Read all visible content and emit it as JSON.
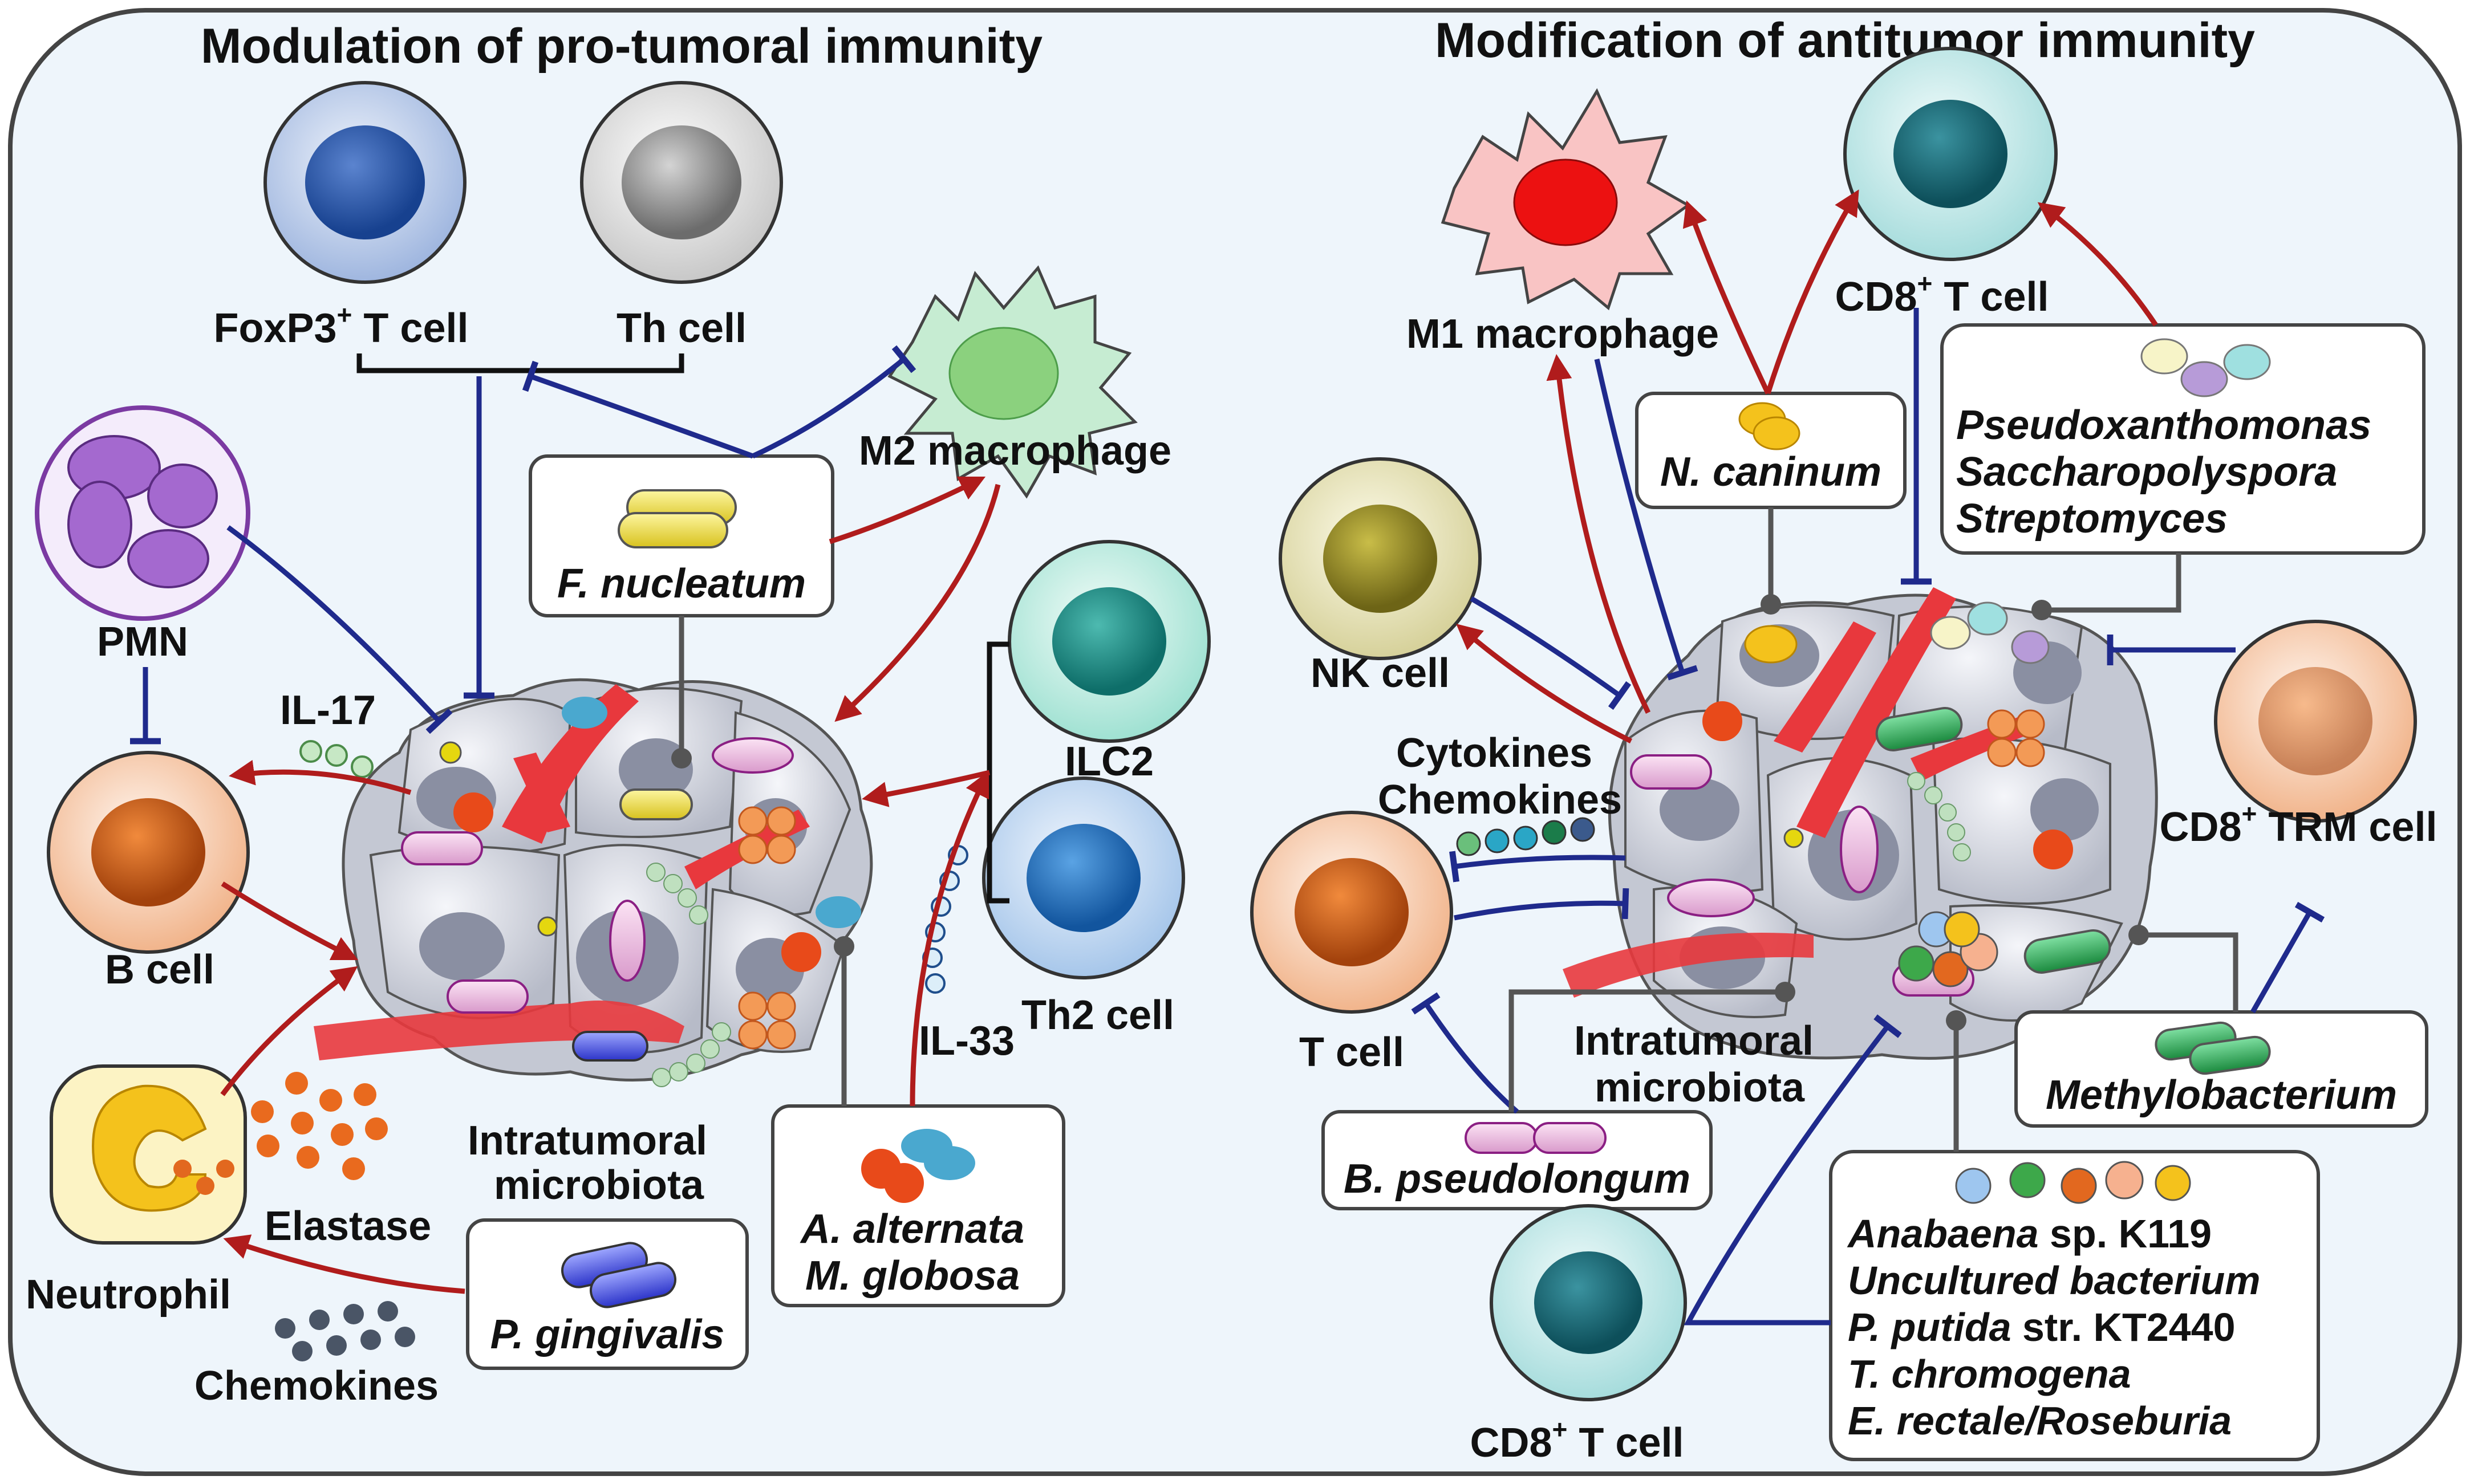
{
  "panels": {
    "left_title": "Modulation of pro-tumoral immunity",
    "right_title": "Modification of antitumor immunity"
  },
  "left": {
    "foxp3": {
      "pre": "FoxP3",
      "sup": "+",
      "post": " T cell"
    },
    "th_cell": "Th cell",
    "m2_macrophage": "M2 macrophage",
    "pmn": "PMN",
    "il17": "IL-17",
    "b_cell": "B cell",
    "ilc2": "ILC2",
    "th2_cell": "Th2 cell",
    "il33": "IL-33",
    "intratumoral": [
      "Intratumoral",
      "microbiota"
    ],
    "elastase": "Elastase",
    "neutrophil": "Neutrophil",
    "chemokines": "Chemokines",
    "f_nucleatum": "F. nucleatum",
    "p_gingivalis": "P. gingivalis",
    "fungi": [
      "A. alternata",
      "M. globosa"
    ]
  },
  "right": {
    "m1_macrophage": "M1 macrophage",
    "cd8_top": {
      "pre": "CD8",
      "sup": "+",
      "post": " T cell"
    },
    "n_caninum": "N. caninum",
    "bacteria_group1": [
      "Pseudoxanthomonas",
      "Saccharopolyspora",
      "Streptomyces"
    ],
    "nk_cell": "NK cell",
    "cytokines": [
      "Cytokines",
      "Chemokines"
    ],
    "t_cell": "T cell",
    "cd8_trm": {
      "pre": "CD8",
      "sup": "+",
      "post": " TRM cell"
    },
    "intratumoral": [
      "Intratumoral",
      "microbiota"
    ],
    "b_pseudolongum": "B. pseudolongum",
    "methylobacterium": "Methylobacterium",
    "cd8_bottom": {
      "pre": "CD8",
      "sup": "+",
      "post": " T cell"
    },
    "bacteria_group2": [
      {
        "it": "Anabaena",
        "rest": " sp. K119"
      },
      {
        "it": "Uncultured bacterium",
        "rest": ""
      },
      {
        "it": "P. putida",
        "rest": " str. KT2440"
      },
      {
        "it": "T. chromogena",
        "rest": ""
      },
      {
        "it": "E. rectale/Roseburia",
        "rest": ""
      }
    ]
  },
  "colors": {
    "background": "#eef5fb",
    "activation_arrow": "#b01c1c",
    "inhibition_line": "#1f2a8c",
    "connector": "#555555",
    "tumor_cell": "#c9ccd6",
    "vessel": "#e8383d"
  }
}
